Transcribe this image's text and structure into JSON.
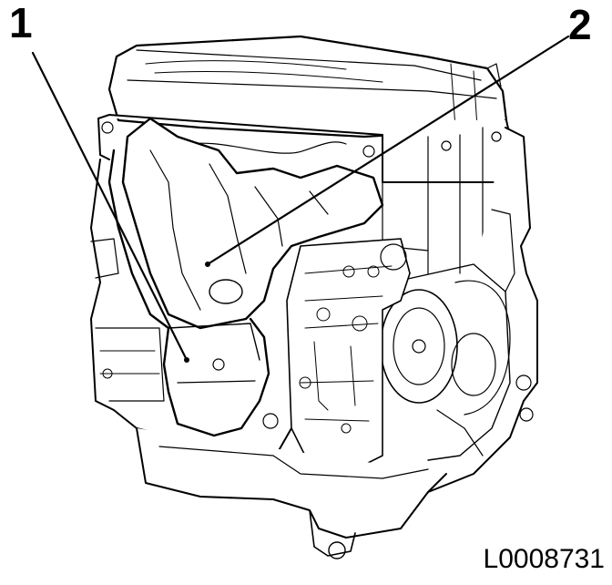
{
  "callouts": [
    {
      "id": "1",
      "label": "1"
    },
    {
      "id": "2",
      "label": "2"
    }
  ],
  "reference_code": "L0008731"
}
